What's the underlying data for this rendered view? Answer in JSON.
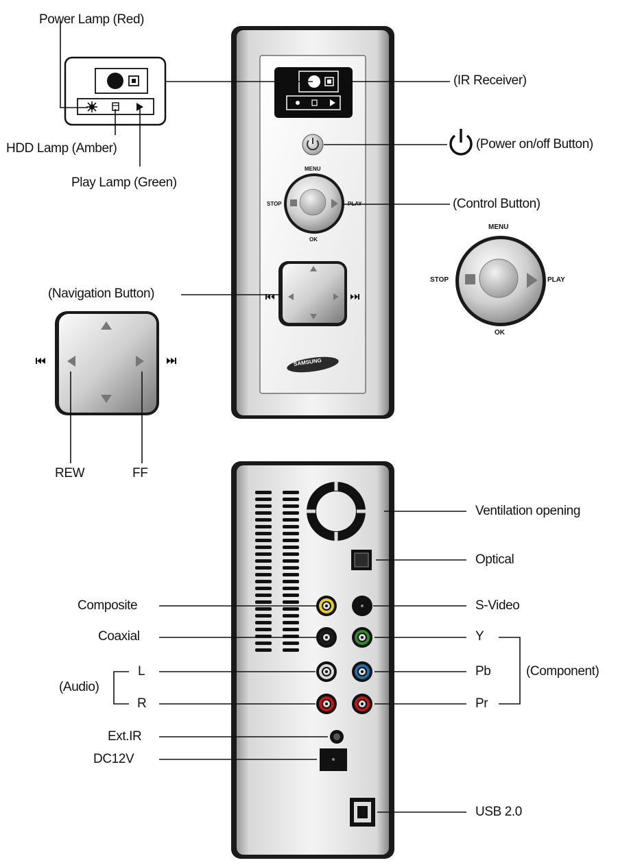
{
  "labels": {
    "power_lamp": "Power Lamp (Red)",
    "hdd_lamp": "HDD Lamp (Amber)",
    "play_lamp": "Play Lamp (Green)",
    "ir_receiver": "(IR Receiver)",
    "power_button": "(Power on/off Button)",
    "control_button": "(Control Button)",
    "navigation_button": "(Navigation Button)",
    "rew": "REW",
    "ff": "FF",
    "ventilation": "Ventilation opening",
    "optical": "Optical",
    "composite": "Composite",
    "s_video": "S-Video",
    "coaxial": "Coaxial",
    "y": "Y",
    "audio": "(Audio)",
    "l": "L",
    "r": "R",
    "pb": "Pb",
    "pr": "Pr",
    "component": "(Component)",
    "ext_ir": "Ext.IR",
    "dc12v": "DC12V",
    "usb": "USB 2.0"
  },
  "control_labels": {
    "menu": "MENU",
    "stop": "STOP",
    "play": "PLAY",
    "ok": "OK"
  },
  "device_control_labels": {
    "menu": "MENU",
    "stop": "STOP",
    "play": "PLAY",
    "ok": "OK"
  },
  "brand": "SAMSUNG",
  "colors": {
    "composite_jack": "#e8d21a",
    "component_y_jack": "#2e8a2e",
    "component_pb_jack": "#1f6fa8",
    "audio_r_jack": "#c01818",
    "component_pr_jack": "#c01818",
    "audio_l_jack": "#d8d8d8",
    "coaxial_jack": "#1a1a1a"
  },
  "icons": {
    "power_lamp": "sun-icon",
    "hdd_lamp": "hdd-icon",
    "play_lamp": "play-icon",
    "rew": "rewind-icon",
    "ff": "fast-forward-icon",
    "power_button": "power-icon"
  }
}
